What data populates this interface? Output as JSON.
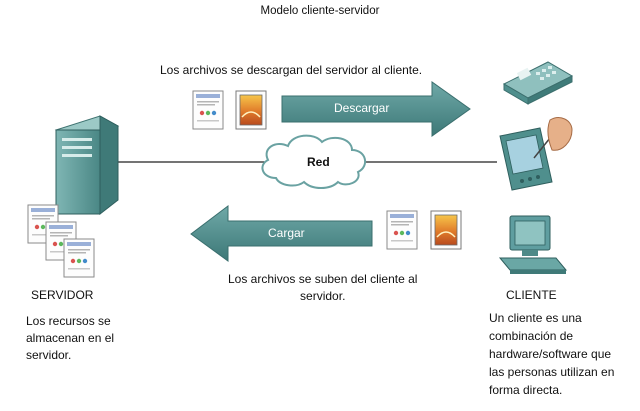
{
  "title": "Modelo cliente-servidor",
  "download": {
    "caption": "Los archivos se descargan del servidor al cliente.",
    "arrow_label": "Descargar"
  },
  "upload": {
    "caption_line1": "Los archivos se suben del cliente al",
    "caption_line2": "servidor.",
    "arrow_label": "Cargar"
  },
  "network": {
    "label": "Red"
  },
  "server": {
    "label": "SERVIDOR",
    "description": [
      "Los recursos se",
      "almacenan en el",
      "servidor."
    ]
  },
  "client": {
    "label": "CLIENTE",
    "description": [
      "Un cliente es una",
      "combinación de",
      "hardware/software que",
      "las personas utilizan en",
      "forma directa."
    ]
  },
  "colors": {
    "arrow_fill": "#4f8f8f",
    "server_body": "#5a9a9a",
    "device_teal": "#5f9ea0",
    "cloud_stroke": "#6aa2a2"
  },
  "icons": [
    "server-icon",
    "document-icon",
    "image-file-icon",
    "cloud-icon",
    "telephone-icon",
    "pda-icon",
    "desktop-computer-icon"
  ]
}
